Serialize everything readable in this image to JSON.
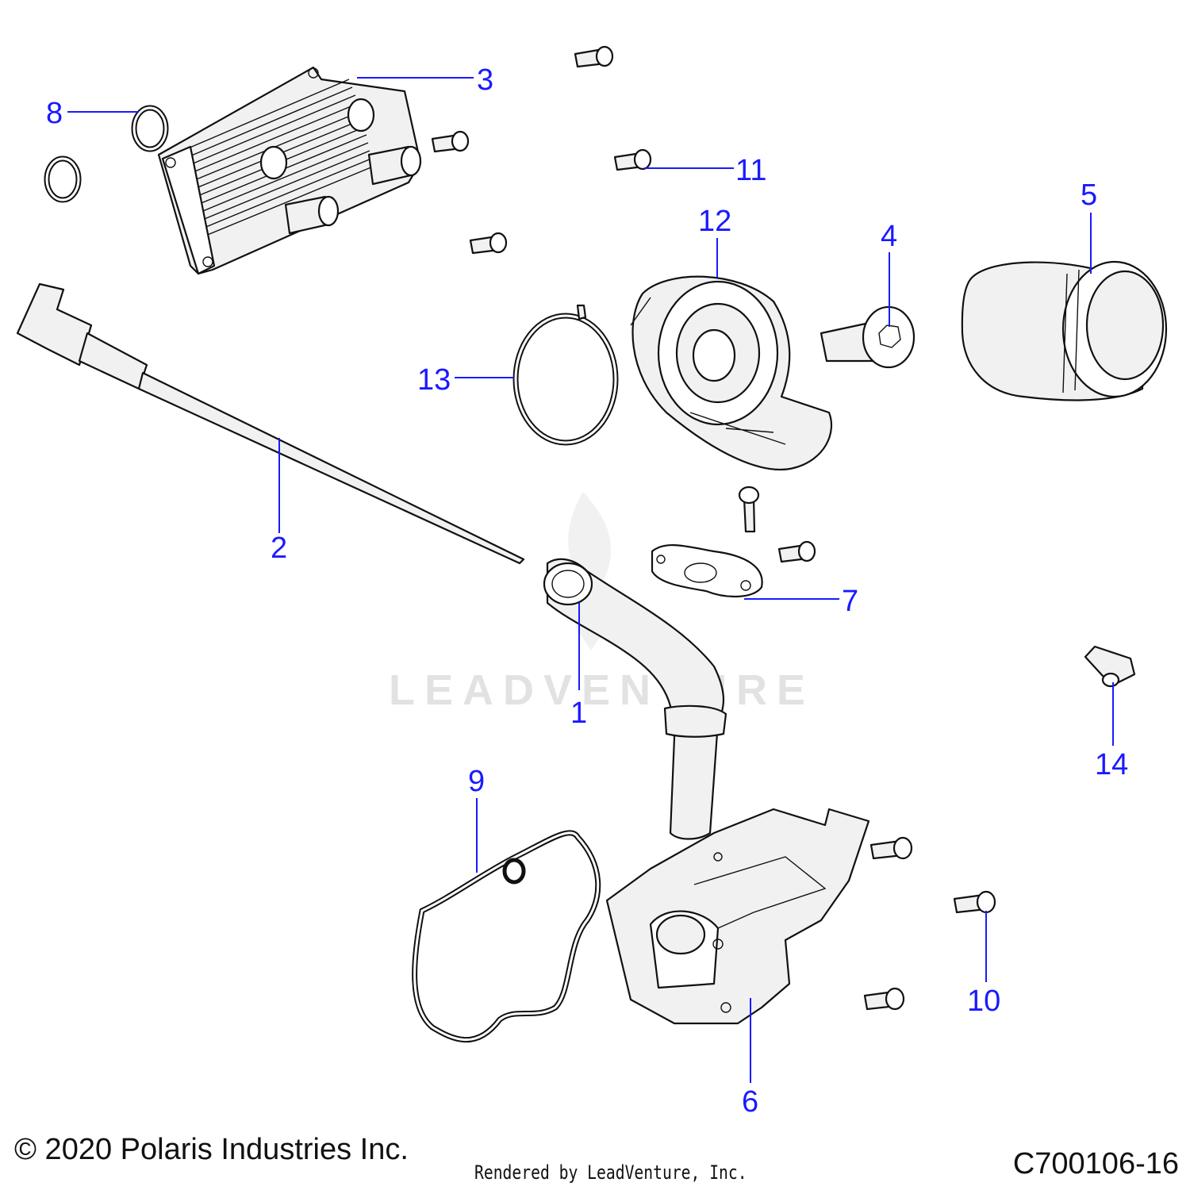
{
  "watermark": "LEADVENTURE",
  "callouts": {
    "c1": "1",
    "c2": "2",
    "c3": "3",
    "c4": "4",
    "c5": "5",
    "c6": "6",
    "c7": "7",
    "c8": "8",
    "c9": "9",
    "c10": "10",
    "c11": "11",
    "c12": "12",
    "c13": "13",
    "c14": "14"
  },
  "footer": {
    "copyright": "© 2020 Polaris Industries Inc.",
    "rendered_by": "Rendered by LeadVenture, Inc.",
    "code": "C700106-16"
  },
  "colors": {
    "callout": "#1a1aff",
    "line": "#111111",
    "watermark": "#e2e2e2"
  }
}
